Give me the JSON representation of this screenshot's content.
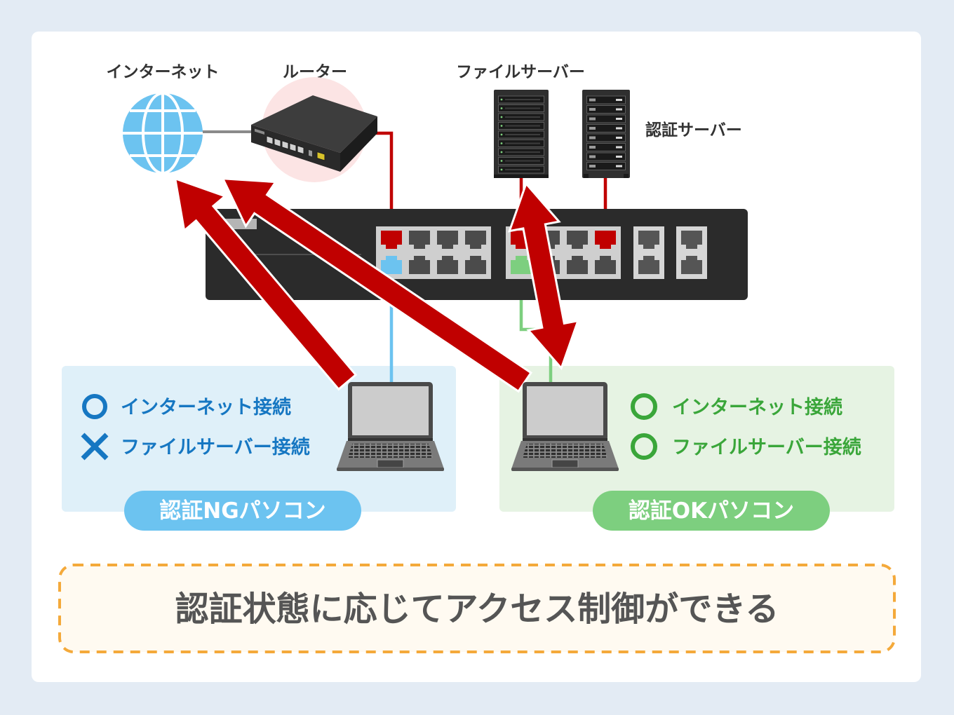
{
  "diagram": {
    "internet": {
      "label": "インターネット",
      "icon": "globe-icon"
    },
    "router": {
      "label": "ルーター",
      "icon": "router-icon"
    },
    "file_server": {
      "label": "ファイルサーバー",
      "icon": "server-icon"
    },
    "auth_server": {
      "label": "認証サーバー",
      "icon": "server-icon"
    },
    "switch": {
      "icon": "network-switch-icon"
    },
    "ng_pc": {
      "icon": "laptop-icon",
      "badge": "認証NGパソコン",
      "access": [
        {
          "icon": "circle-icon",
          "label": "インターネット接続"
        },
        {
          "icon": "cross-icon",
          "label": "ファイルサーバー接続"
        }
      ]
    },
    "ok_pc": {
      "icon": "laptop-icon",
      "badge": "認証OKパソコン",
      "access": [
        {
          "icon": "circle-icon",
          "label": "インターネット接続"
        },
        {
          "icon": "circle-icon",
          "label": "ファイルサーバー接続"
        }
      ]
    },
    "caption": "認証状態に応じてアクセス制御ができる"
  },
  "colors": {
    "background": "#e3ebf4",
    "card": "#ffffff",
    "wired_link": "#c00000",
    "arrow": "#c00000",
    "ng_accent": "#1677c2",
    "ng_panel": "#dff0f9",
    "ng_link": "#6cc3f0",
    "ok_accent": "#3aa63a",
    "ok_panel": "#e6f3e3",
    "ok_link": "#7dcf7f",
    "caption_border": "#f4a93a",
    "caption_fill": "#fffaf1"
  }
}
